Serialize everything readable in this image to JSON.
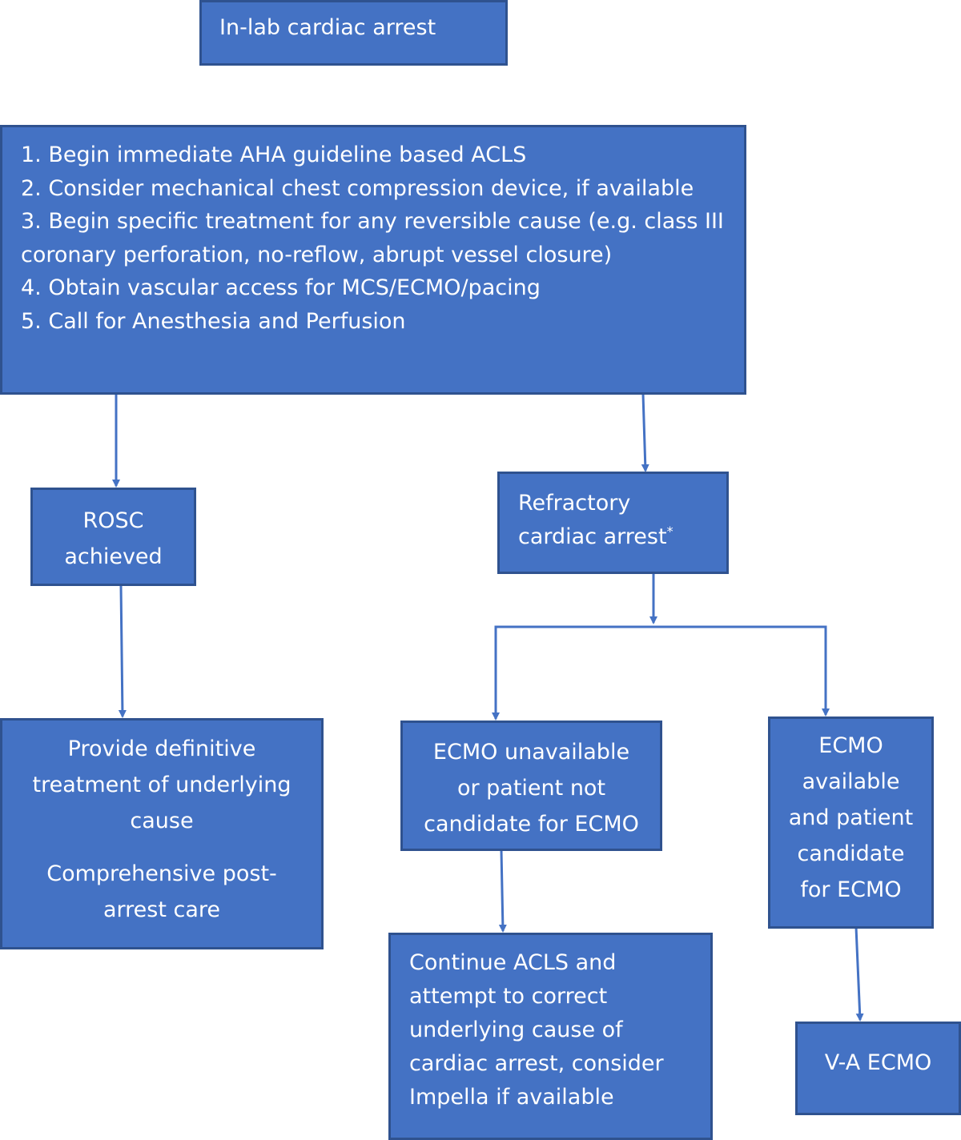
{
  "diagram": {
    "colors": {
      "box_fill": "#4472c4",
      "box_border": "#2f528f",
      "arrow": "#4472c4",
      "text": "#ffffff"
    },
    "start": {
      "label": "In-lab cardiac arrest"
    },
    "acls": {
      "steps": [
        "1. Begin immediate AHA guideline based ACLS",
        "2. Consider mechanical chest compression device, if available",
        "3. Begin specific treatment for any reversible cause (e.g. class III",
        "coronary perforation,  no-reflow, abrupt vessel closure)",
        "4. Obtain vascular access for MCS/ECMO/pacing",
        "5. Call for Anesthesia and Perfusion"
      ]
    },
    "rosc": {
      "line1": "ROSC",
      "line2": "achieved"
    },
    "refractory": {
      "line1": "Refractory",
      "line2": "cardiac arrest",
      "marker": "*"
    },
    "definitive": {
      "line1": "Provide definitive",
      "line2": "treatment of underlying",
      "line3": "cause",
      "line4": "Comprehensive post-",
      "line5": "arrest care"
    },
    "ecmo_unavailable": {
      "line1": "ECMO unavailable",
      "line2": "or patient not",
      "line3": "candidate for ECMO"
    },
    "ecmo_available": {
      "line1": "ECMO",
      "line2": "available",
      "line3": "and patient",
      "line4": "candidate",
      "line5": "for ECMO"
    },
    "continue_acls": {
      "line1": "Continue ACLS and",
      "line2": "attempt to correct",
      "line3": "underlying cause of",
      "line4": "cardiac arrest, consider",
      "line5": "Impella if available"
    },
    "va_ecmo": {
      "label": "V-A ECMO"
    }
  }
}
